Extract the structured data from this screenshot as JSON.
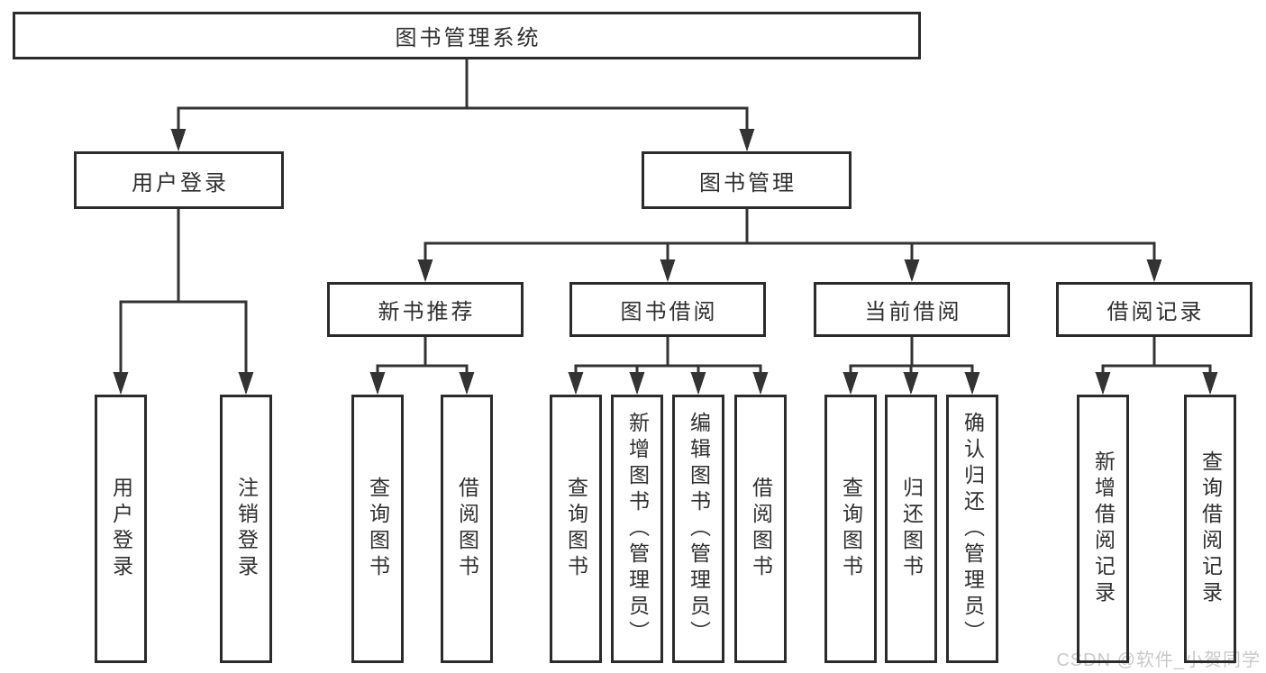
{
  "style": {
    "background": "#ffffff",
    "line_color": "#333333",
    "box_border_color": "#2b2b2b",
    "text_color": "#2f2f2f",
    "watermark_color": "#c9c9c9"
  },
  "tree": {
    "root": {
      "label": "图书管理系统"
    },
    "branches": [
      {
        "label": "用户登录",
        "children": [
          {
            "label": "用户登录"
          },
          {
            "label": "注销登录"
          }
        ]
      },
      {
        "label": "图书管理",
        "children": [
          {
            "label": "新书推荐",
            "children": [
              {
                "label": "查询图书"
              },
              {
                "label": "借阅图书"
              }
            ]
          },
          {
            "label": "图书借阅",
            "children": [
              {
                "label": "查询图书"
              },
              {
                "label": "新增图书（管理员）"
              },
              {
                "label": "编辑图书（管理员）"
              },
              {
                "label": "借阅图书"
              }
            ]
          },
          {
            "label": "当前借阅",
            "children": [
              {
                "label": "查询图书"
              },
              {
                "label": "归还图书"
              },
              {
                "label": "确认归还（管理员）"
              }
            ]
          },
          {
            "label": "借阅记录",
            "children": [
              {
                "label": "新增借阅记录"
              },
              {
                "label": "查询借阅记录"
              }
            ]
          }
        ]
      }
    ]
  },
  "watermark": {
    "text": "CSDN @软件_小贺同学"
  }
}
